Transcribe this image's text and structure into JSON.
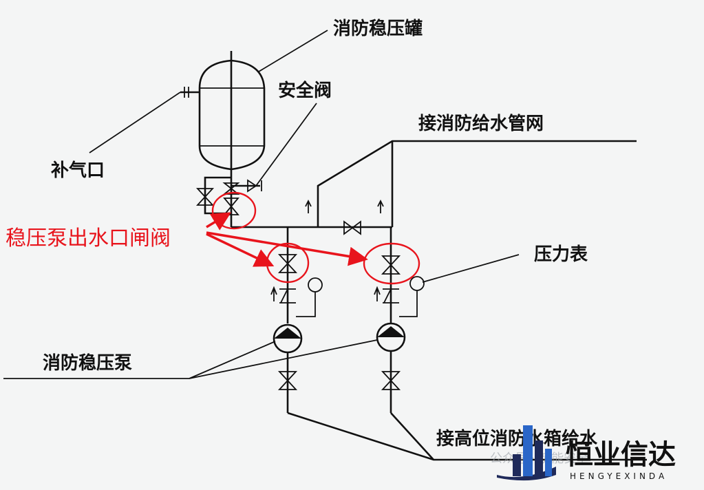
{
  "labels": {
    "tank": "消防稳压罐",
    "safety_valve": "安全阀",
    "air_inlet": "补气口",
    "network": "接消防给水管网",
    "outlet_valve": "稳压泵出水口闸阀",
    "gauge": "压力表",
    "pump": "消防稳压泵",
    "supply": "接高位消防水箱给水"
  },
  "watermark": {
    "cn": "恒业信达",
    "en": "HENGYEXINDA",
    "faint": "公众号 · 筑能安全"
  },
  "colors": {
    "annotation": "#e8141c",
    "line": "#111111",
    "logo": "#1f2a5a"
  }
}
